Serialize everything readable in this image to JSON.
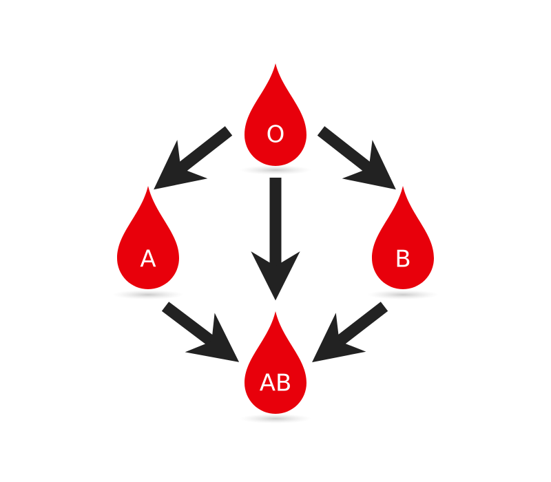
{
  "colors": {
    "background": "#ffffff",
    "drop_fill": "#e8000b",
    "drop_label": "#ffffff",
    "arrow": "#222222",
    "shadow": "#bdbdbd"
  },
  "drops": [
    {
      "id": "O",
      "label": "O"
    },
    {
      "id": "A",
      "label": "A"
    },
    {
      "id": "B",
      "label": "B"
    },
    {
      "id": "AB",
      "label": "AB"
    }
  ],
  "arrows": [
    {
      "from": "O",
      "to": "A"
    },
    {
      "from": "O",
      "to": "AB"
    },
    {
      "from": "O",
      "to": "B"
    },
    {
      "from": "A",
      "to": "AB"
    },
    {
      "from": "B",
      "to": "AB"
    }
  ]
}
